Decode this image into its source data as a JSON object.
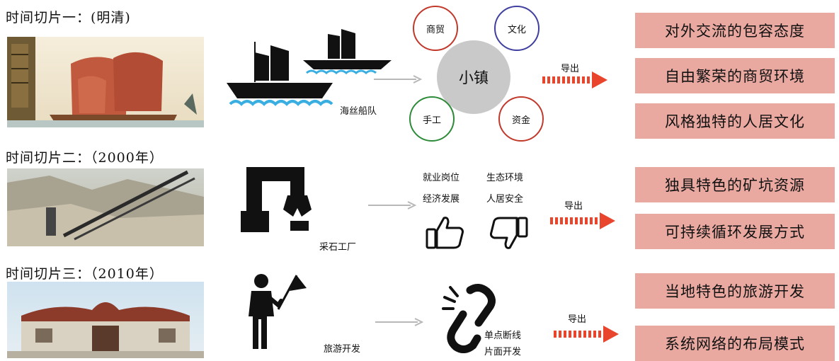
{
  "slices": [
    {
      "title": "时间切片一：(明清)",
      "icon_label": "海丝船队"
    },
    {
      "title": "时间切片二：（2000年）",
      "icon_label": "采石工厂"
    },
    {
      "title": "时间切片三：（2010年）",
      "icon_label": "旅游开发"
    }
  ],
  "row1": {
    "center": "小镇",
    "satellites": [
      "商贸",
      "文化",
      "手工",
      "资金"
    ],
    "colors": {
      "商贸": "#c0392b",
      "文化": "#3f3fa0",
      "手工": "#2e8b3a",
      "资金": "#c0392b"
    }
  },
  "row2": {
    "labels": [
      "就业岗位",
      "经济发展",
      "生态环境",
      "人居安全"
    ]
  },
  "row3": {
    "labels": [
      "单点断线",
      "片面开发"
    ]
  },
  "export_label": "导出",
  "results": [
    "对外交流的包容态度",
    "自由繁荣的商贸环境",
    "风格独特的人居文化",
    "独具特色的矿坑资源",
    "可持续循环发展方式",
    "当地特色的旅游开发",
    "系统网络的布局模式"
  ],
  "colors": {
    "accent_red": "#e8452c",
    "result_bg": "#e9a9a0",
    "center_gray": "#c9c9c9",
    "arrow_gray": "#b8b8b8"
  },
  "icons": [
    "sailing-ship-icon",
    "robot-arm-icon",
    "person-with-flag-icon",
    "thumbs-up-icon",
    "thumbs-down-icon",
    "broken-link-icon"
  ]
}
